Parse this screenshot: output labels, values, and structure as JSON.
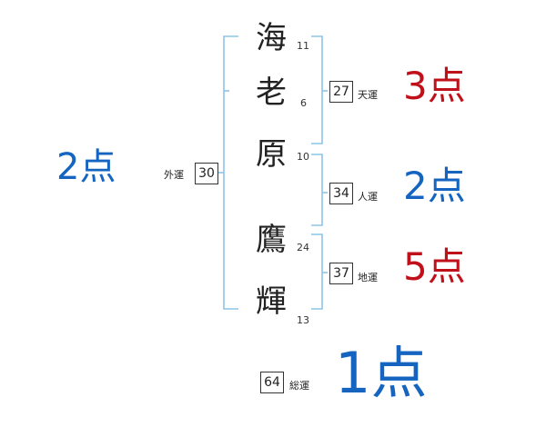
{
  "name": {
    "chars": [
      {
        "char": "海",
        "strokes": "11"
      },
      {
        "char": "老",
        "strokes": "6"
      },
      {
        "char": "原",
        "strokes": "10"
      },
      {
        "char": "鷹",
        "strokes": "24"
      },
      {
        "char": "輝",
        "strokes": "13"
      }
    ]
  },
  "fortunes": {
    "ten": {
      "value": "27",
      "label": "天運",
      "score": "3点",
      "color": "#c0101a"
    },
    "jin": {
      "value": "34",
      "label": "人運",
      "score": "2点",
      "color": "#1565c0"
    },
    "chi": {
      "value": "37",
      "label": "地運",
      "score": "5点",
      "color": "#c0101a"
    },
    "gai": {
      "value": "30",
      "label": "外運",
      "score": "2点",
      "color": "#1565c0"
    },
    "so": {
      "value": "64",
      "label": "総運",
      "score": "1点",
      "color": "#1565c0"
    }
  },
  "colors": {
    "bracket": "#8ec5e6"
  }
}
